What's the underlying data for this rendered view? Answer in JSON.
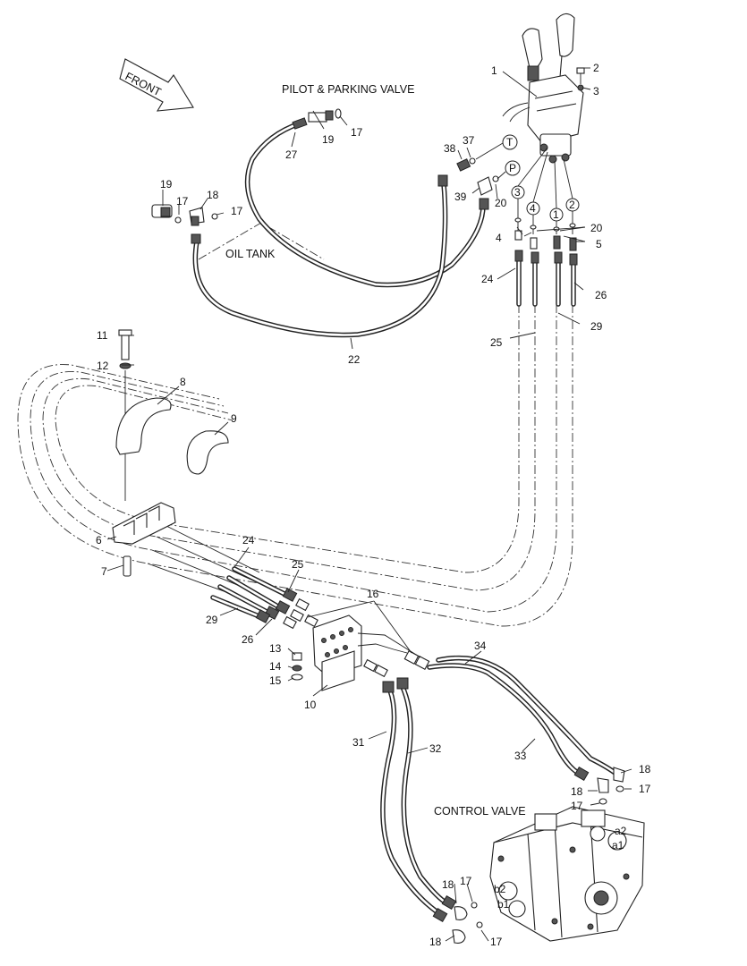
{
  "titles": {
    "front": "FRONT",
    "pilot_valve": "PILOT  & PARKING VALVE",
    "oil_tank": "OIL TANK",
    "control_valve": "CONTROL VALVE"
  },
  "ports": {
    "T": "T",
    "P": "P",
    "p1": "1",
    "p2": "2",
    "p3": "3",
    "p4": "4"
  },
  "port_marks": {
    "a1": "a1",
    "a2": "a2",
    "b1": "b1",
    "b2": "b2"
  },
  "callouts": {
    "c1": "1",
    "c2": "2",
    "c3": "3",
    "c4": "4",
    "c5": "5",
    "c6": "6",
    "c7": "7",
    "c8": "8",
    "c9": "9",
    "c10": "10",
    "c11": "11",
    "c12": "12",
    "c13": "13",
    "c14": "14",
    "c15": "15",
    "c16": "16",
    "c17a": "17",
    "c17b": "17",
    "c17c": "17",
    "c17d": "17",
    "c17e": "17",
    "c17f": "17",
    "c17g": "17",
    "c18a": "18",
    "c18b": "18",
    "c18c": "18",
    "c18d": "18",
    "c18e": "18",
    "c19a": "19",
    "c19b": "19",
    "c20a": "20",
    "c20b": "20",
    "c22": "22",
    "c24a": "24",
    "c24b": "24",
    "c25a": "25",
    "c25b": "25",
    "c26a": "26",
    "c26b": "26",
    "c27": "27",
    "c29a": "29",
    "c29b": "29",
    "c31": "31",
    "c32": "32",
    "c33": "33",
    "c34": "34",
    "c37": "37",
    "c38": "38",
    "c39": "39"
  }
}
